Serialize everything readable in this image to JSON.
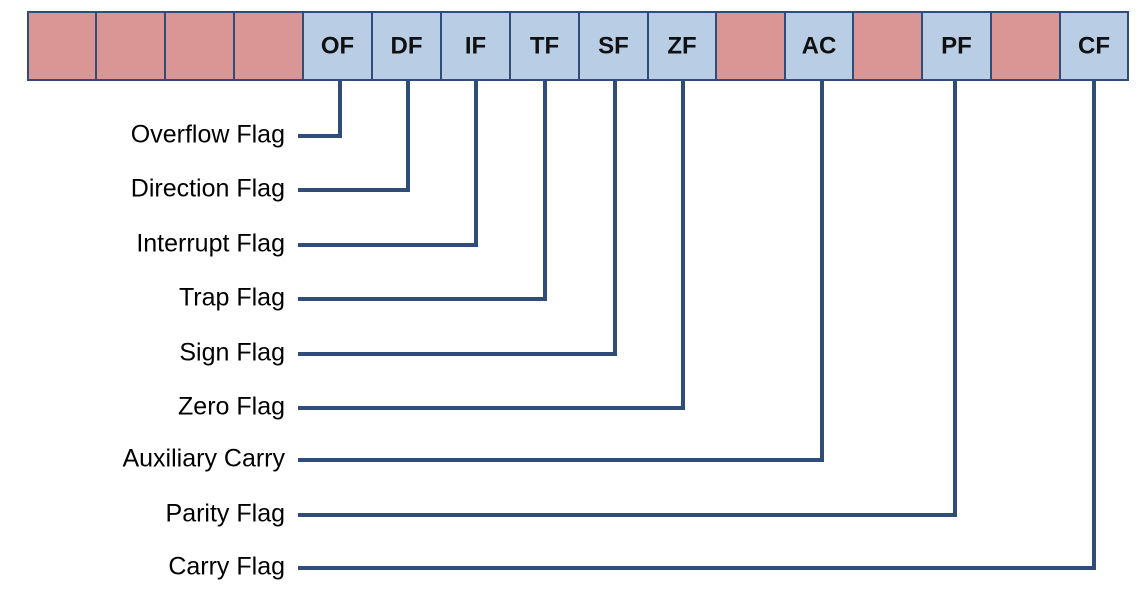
{
  "register_cells": [
    {
      "label": "",
      "reserved": true
    },
    {
      "label": "",
      "reserved": true
    },
    {
      "label": "",
      "reserved": true
    },
    {
      "label": "",
      "reserved": true
    },
    {
      "label": "OF",
      "reserved": false
    },
    {
      "label": "DF",
      "reserved": false
    },
    {
      "label": "IF",
      "reserved": false
    },
    {
      "label": "TF",
      "reserved": false
    },
    {
      "label": "SF",
      "reserved": false
    },
    {
      "label": "ZF",
      "reserved": false
    },
    {
      "label": "",
      "reserved": true
    },
    {
      "label": "AC",
      "reserved": false
    },
    {
      "label": "",
      "reserved": true
    },
    {
      "label": "PF",
      "reserved": false
    },
    {
      "label": "",
      "reserved": true
    },
    {
      "label": "CF",
      "reserved": false
    }
  ],
  "flags": [
    {
      "name": "Overflow Flag",
      "cell": 4
    },
    {
      "name": "Direction Flag",
      "cell": 5
    },
    {
      "name": "Interrupt Flag",
      "cell": 6
    },
    {
      "name": "Trap Flag",
      "cell": 7
    },
    {
      "name": "Sign Flag",
      "cell": 8
    },
    {
      "name": "Zero Flag",
      "cell": 9
    },
    {
      "name": "Auxiliary Carry",
      "cell": 11
    },
    {
      "name": "Parity Flag",
      "cell": 13
    },
    {
      "name": "Carry Flag",
      "cell": 15
    }
  ],
  "colors": {
    "reserved_fill": "#d99694",
    "flag_fill": "#b9cde5",
    "cell_border": "#2f4d78",
    "connector": "#2f4d78"
  }
}
